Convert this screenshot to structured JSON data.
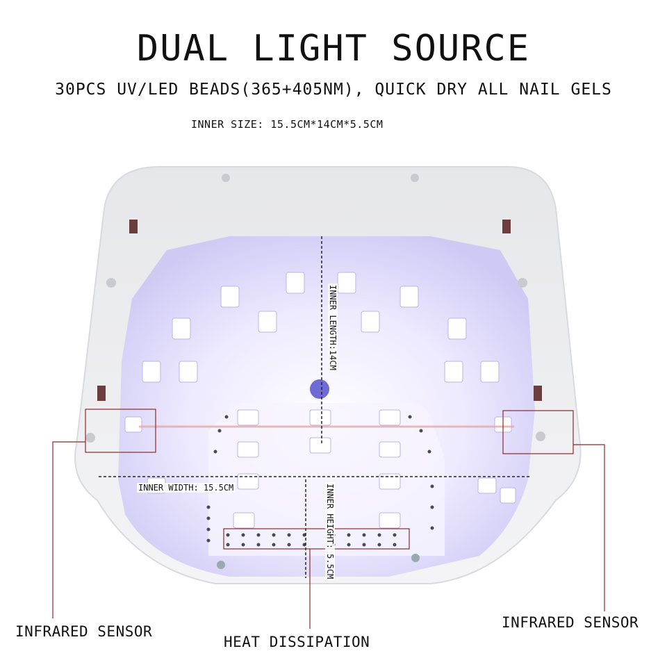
{
  "header": {
    "title": "DUAL LIGHT SOURCE",
    "subtitle": "30PCS UV/LED BEADS(365+405NM), QUICK DRY ALL NAIL GELS",
    "inner_size": "INNER SIZE: 15.5CM*14CM*5.5CM"
  },
  "dimensions": {
    "length_label": "INNER LENGTH:14CM",
    "width_label": "INNER WIDTH: 15.5CM",
    "height_label": "INNER HEIGHT: 5.5CM"
  },
  "callouts": {
    "left_sensor": "INFRARED SENSOR",
    "heat": "HEAT DISSIPATION",
    "right_sensor": "INFRARED SENSOR"
  },
  "colors": {
    "shell": "#ecedf0",
    "inner_glow": "#e4e2ff",
    "led": "#ffffff",
    "callout_line": "#8b2a2a"
  }
}
